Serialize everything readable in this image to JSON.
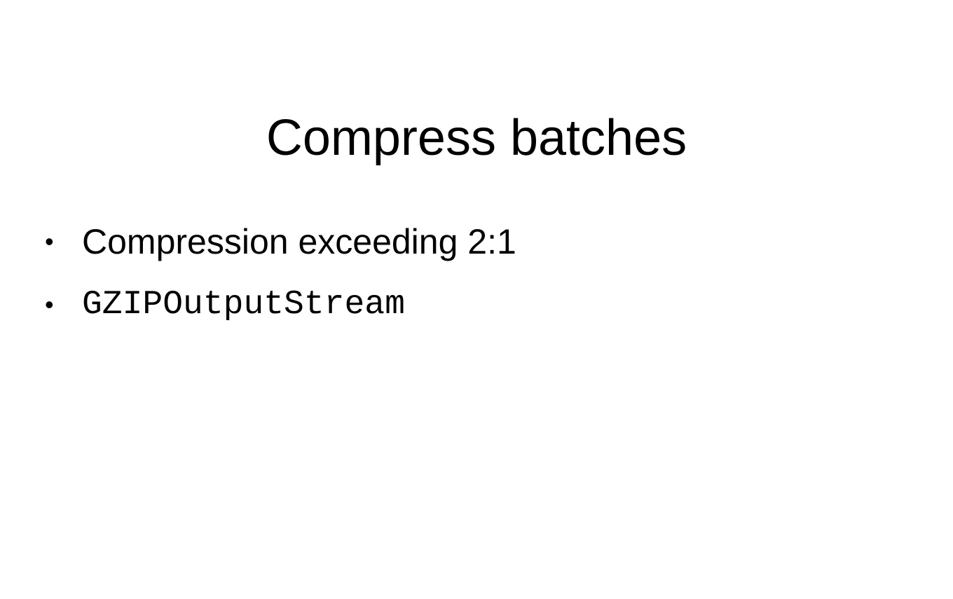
{
  "slide": {
    "title": "Compress batches",
    "bullets": [
      {
        "marker": "•",
        "text": "Compression exceeding 2:1"
      },
      {
        "marker": "•",
        "text": "GZIPOutputStream"
      }
    ]
  }
}
